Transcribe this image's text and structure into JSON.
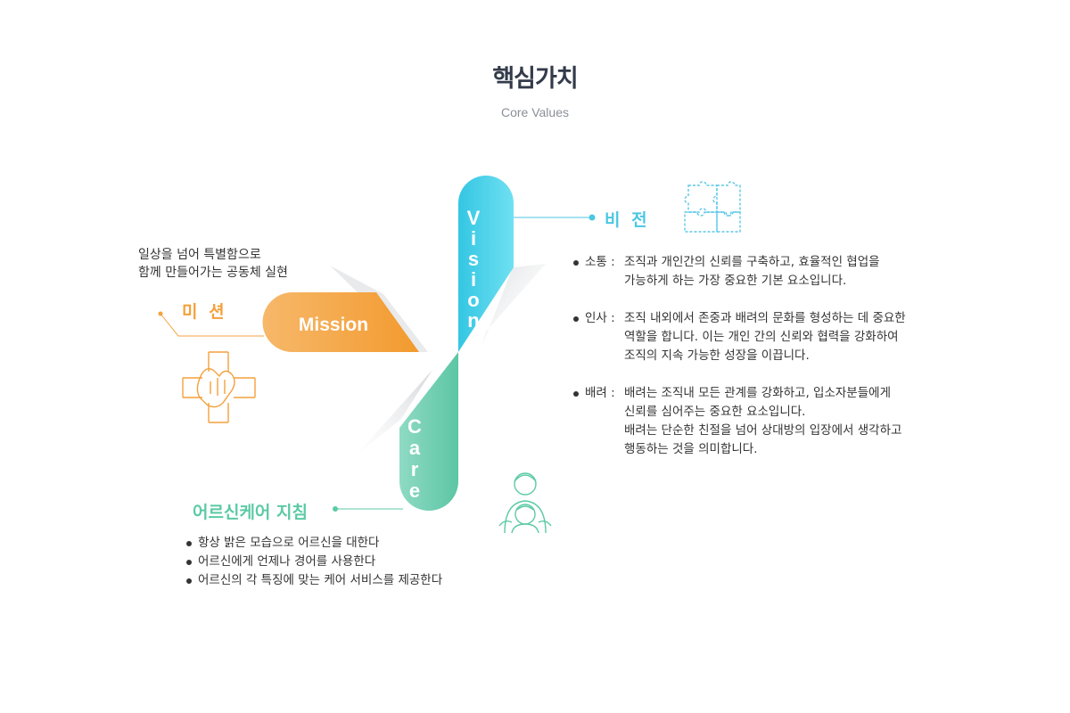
{
  "header": {
    "title": "핵심가치",
    "subtitle": "Core Values"
  },
  "colors": {
    "vision": "#4fd2ea",
    "mission": "#f6a43f",
    "care": "#6fd0b3",
    "text": "#333333"
  },
  "labels": {
    "vision_letters": [
      "V",
      "i",
      "s",
      "i",
      "o",
      "n"
    ],
    "mission_word": "Mission",
    "care_letters": [
      "C",
      "a",
      "r",
      "e"
    ]
  },
  "vision": {
    "heading": "비 전",
    "items": [
      {
        "key": "소통 :",
        "lines": [
          "조직과 개인간의 신뢰를 구축하고, 효율적인 협업을",
          "가능하게 하는 가장 중요한 기본 요소입니다."
        ]
      },
      {
        "key": "인사 :",
        "lines": [
          "조직 내외에서 존중과 배려의 문화를 형성하는 데 중요한",
          "역할을 합니다. 이는 개인 간의 신뢰와 협력을 강화하여",
          "조직의 지속 가능한 성장을 이끕니다."
        ]
      },
      {
        "key": "배려 :",
        "lines": [
          "배려는 조직내 모든 관계를 강화하고, 입소자분들에게",
          "신뢰를 심어주는 중요한 요소입니다.",
          "배려는 단순한 친절을 넘어 상대방의 입장에서 생각하고",
          "행동하는 것을 의미합니다."
        ]
      }
    ]
  },
  "mission": {
    "heading": "미 션",
    "desc_lines": [
      "일상을 넘어 특별함으로",
      "함께 만들어가는 공동체 실현"
    ]
  },
  "care": {
    "heading": "어르신케어 지침",
    "items": [
      "항상 밝은 모습으로 어르신을 대한다",
      "어르신에게 언제나 경어를 사용한다",
      "어르신의 각 특징에 맞는 케어 서비스를 제공한다"
    ]
  },
  "icons": {
    "vision": "puzzle-icon",
    "mission": "joined-hands-icon",
    "care": "caregiver-elder-icon"
  }
}
